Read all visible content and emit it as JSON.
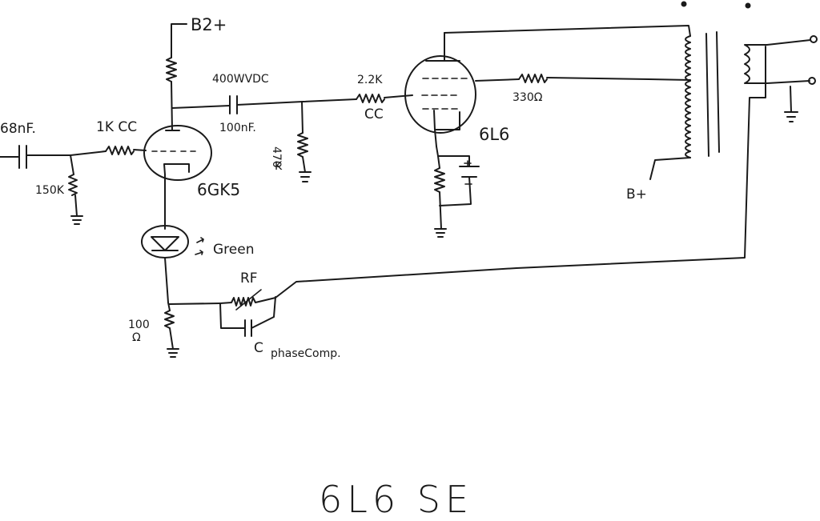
{
  "labels": {
    "b2plus": "B2+",
    "cap_400wvdc": "400WVDC",
    "res_2_2k": "2.2K",
    "cc_right": "CC",
    "cap_68nf": "68nF.",
    "res_1kcc": "1K CC",
    "cap_100nf": "100nF.",
    "res_470": "470",
    "res_470_k": "K",
    "res_150k": "150K",
    "tube_6gk5": "6GK5",
    "tube_6l6": "6L6",
    "res_330": "330Ω",
    "bplus": "B+",
    "led_green": "Green",
    "rf": "RF",
    "res_100": "100",
    "res_100_unit": "Ω",
    "c_phase": "C",
    "phase_comp": "phaseComp.",
    "title": "6L6 SE"
  }
}
